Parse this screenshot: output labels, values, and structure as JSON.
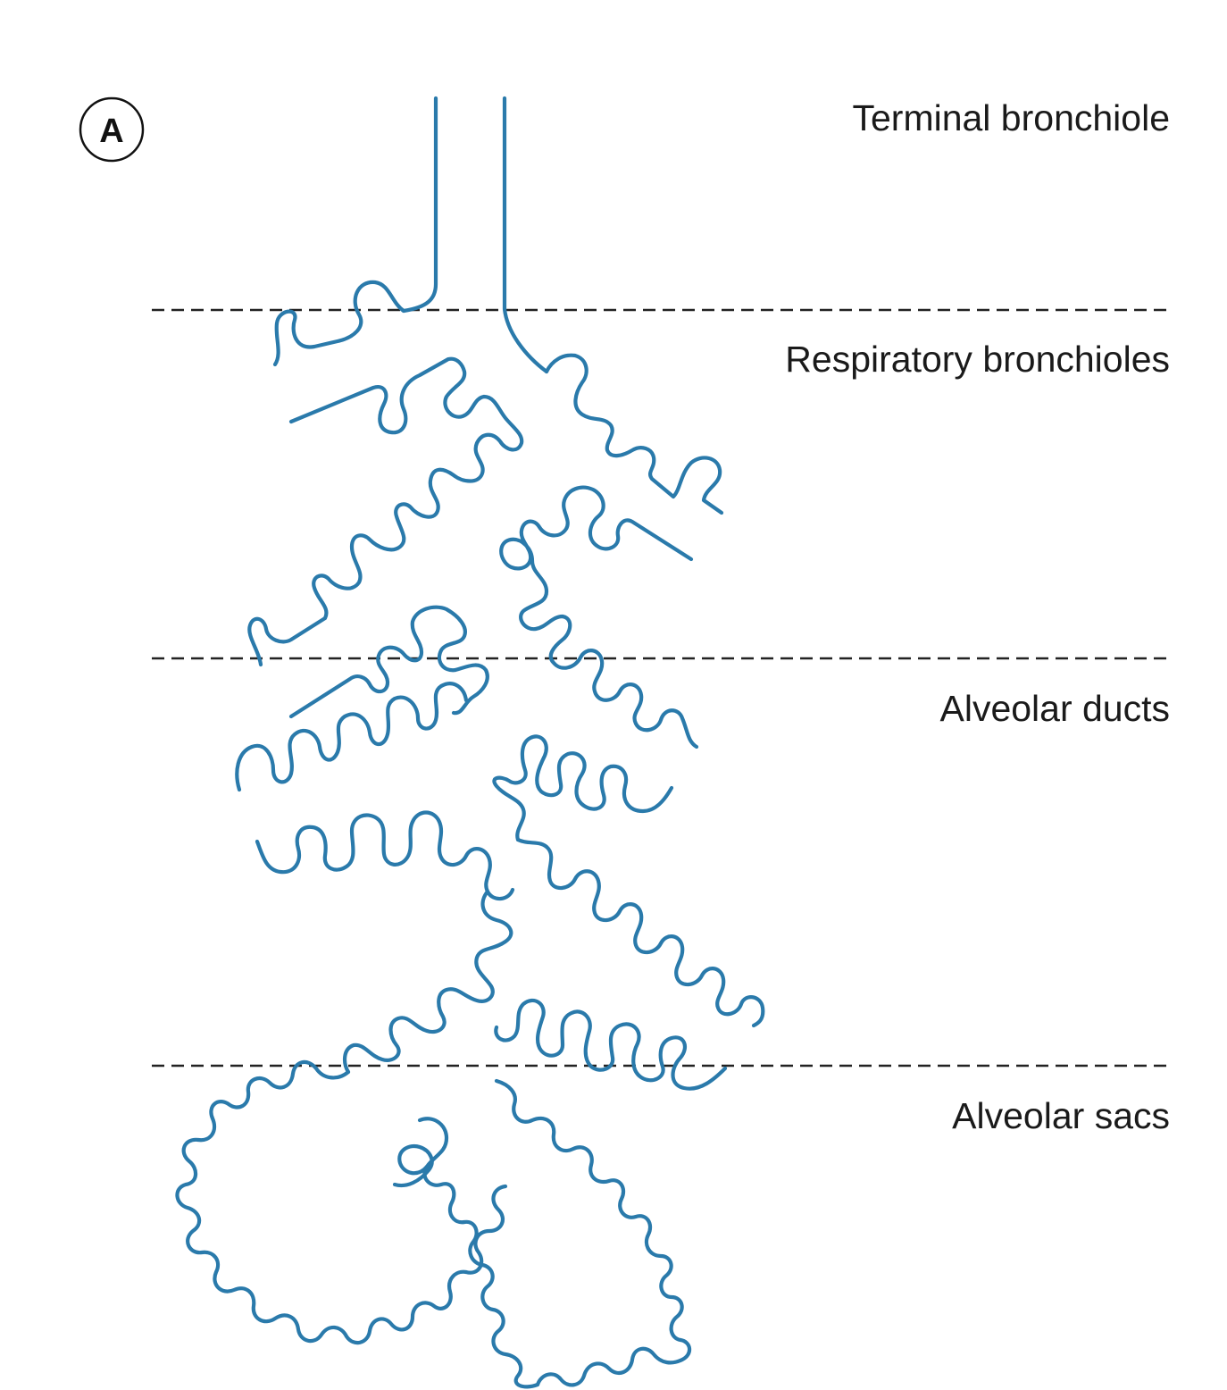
{
  "panel_label": "A",
  "zones": [
    {
      "label": "Terminal bronchiole"
    },
    {
      "label": "Respiratory bronchioles"
    },
    {
      "label": "Alveolar ducts"
    },
    {
      "label": "Alveolar sacs"
    }
  ],
  "colors": {
    "airway_stroke": "#2a7aab",
    "divider": "#222222",
    "text": "#1a1a1a"
  }
}
